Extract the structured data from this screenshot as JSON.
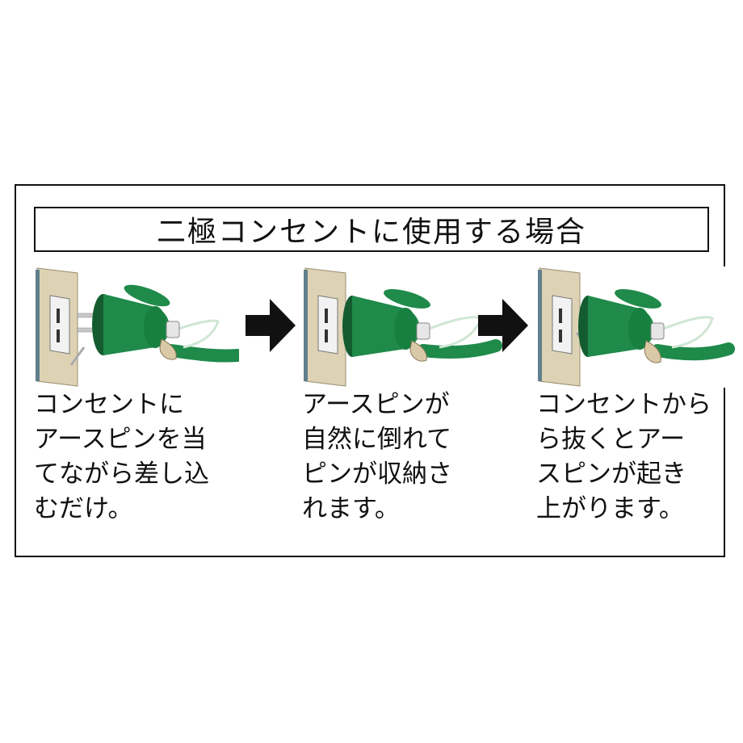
{
  "title": "二極コンセントに使用する場合",
  "colors": {
    "plug_green": "#1f8a4a",
    "plug_dark": "#145c30",
    "wall_beige": "#ddd2b4",
    "wall_edge": "#5f7f8c",
    "outlet_white": "#f2f2f2",
    "pin_silver": "#c8c8c8"
  },
  "steps": [
    {
      "image": "plug-inserting-with-pin-against-outlet",
      "caption_lines": [
        "コンセントに",
        "アースピンを当",
        "てながら差し込",
        "むだけ。"
      ]
    },
    {
      "image": "plug-inserted-pin-folded",
      "caption_lines": [
        "アースピンが",
        "自然に倒れて",
        "ピンが収納さ",
        "れます。"
      ]
    },
    {
      "image": "plug-removed-pin-rising",
      "caption_lines": [
        "コンセントから",
        "ら抜くとアー",
        "スピンが起き",
        "上がります。"
      ]
    }
  ],
  "arrows": [
    "right-arrow-icon",
    "right-arrow-icon"
  ]
}
